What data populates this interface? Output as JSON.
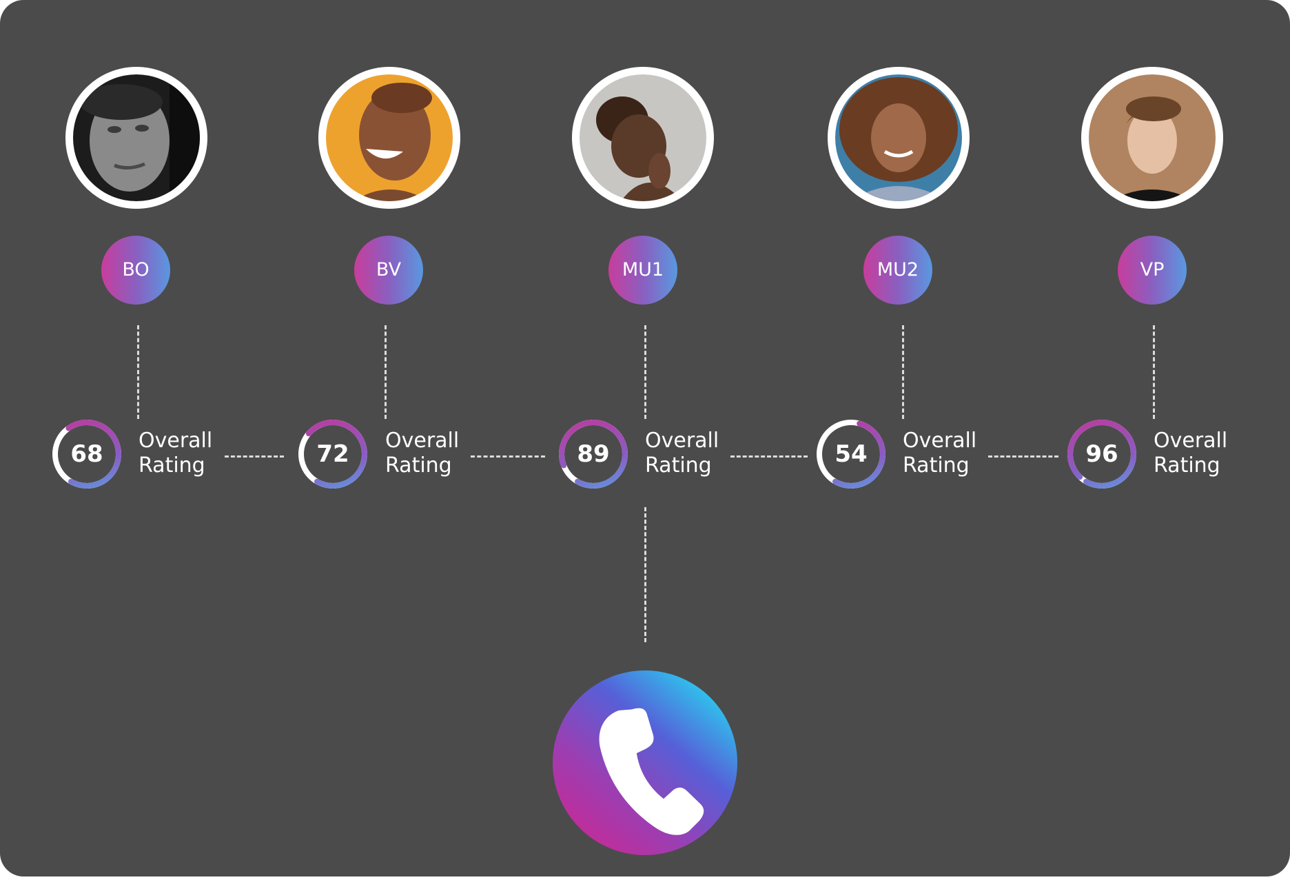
{
  "nodes": [
    {
      "initials": "BO",
      "rating": 68,
      "rating_label_line1": "Overall",
      "rating_label_line2": "Rating",
      "photo": "person-bo"
    },
    {
      "initials": "BV",
      "rating": 72,
      "rating_label_line1": "Overall",
      "rating_label_line2": "Rating",
      "photo": "person-bv"
    },
    {
      "initials": "MU1",
      "rating": 89,
      "rating_label_line1": "Overall",
      "rating_label_line2": "Rating",
      "photo": "person-mu1"
    },
    {
      "initials": "MU2",
      "rating": 54,
      "rating_label_line1": "Overall",
      "rating_label_line2": "Rating",
      "photo": "person-mu2"
    },
    {
      "initials": "VP",
      "rating": 96,
      "rating_label_line1": "Overall",
      "rating_label_line2": "Rating",
      "photo": "person-vp"
    }
  ],
  "icons": {
    "call": "phone-icon"
  },
  "colors": {
    "background": "#4b4b4b",
    "badge_gradient_start": "#c83d9c",
    "badge_gradient_end": "#5a98e0",
    "ring_track": "#ffffff",
    "connector": "#dcdcdc",
    "phone_gradient": [
      "#d8228c",
      "#5660d8",
      "#2ad0f0"
    ]
  }
}
